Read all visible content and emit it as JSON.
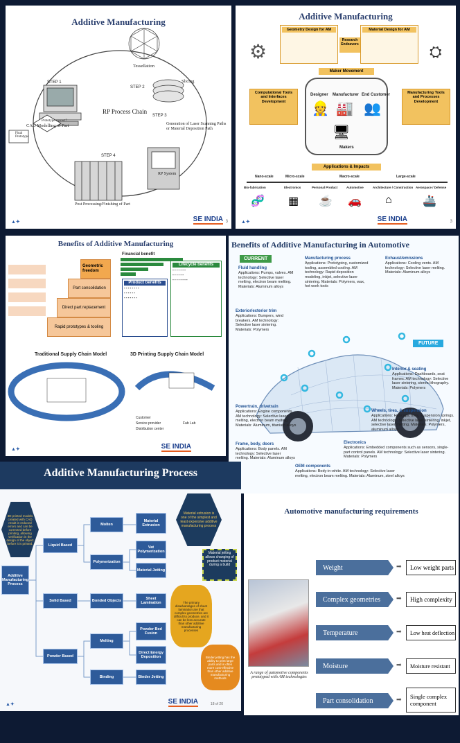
{
  "slide1": {
    "title": "Additive Manufacturing",
    "subtitle": "RP Process Chain",
    "step1": "STEP 1",
    "step1_text": "CAD Modelling of Part",
    "step2": "STEP 2",
    "step2_text": "Tessellation",
    "step3": "STEP 3",
    "step3_text": "Generation of Laser Scanning Paths or Material Deposition Path",
    "step4": "STEP 4",
    "step4_text": "Post Processing/Finishing of Part",
    "slicing": "Slicing",
    "prototype_check": "Prototype correct?",
    "final_prototype": "Final Prototype",
    "rp_system": "RP System",
    "logo_right": "SE INDIA",
    "footer_num": "3"
  },
  "slide2": {
    "title": "Additive Manufacturing",
    "geometry_box": "Geometry Design for AM",
    "material_box": "Material Design for AM",
    "research": "Research Endeavors",
    "maker": "Maker Movement",
    "designer": "Designer",
    "manufacturer": "Manufacturer",
    "end_customer": "End Customer",
    "makers": "Makers",
    "computational": "Computational Tools and Interfaces Development",
    "mfg_tools": "Manufacturing Tools and Processes Development",
    "applications": "Applications & Impacts",
    "scales": [
      "Nano-scale",
      "Micro-scale",
      "Macro-scale",
      "Large-scale"
    ],
    "apps": [
      "Bio-fabrication",
      "Electronics",
      "Personal Product",
      "Automotive",
      "Architecture / Construction",
      "Aerospace / Defense"
    ],
    "logo_right": "SE INDIA",
    "footer_num": "3"
  },
  "slide3": {
    "title": "Benefits of Additive Manufacturing",
    "financial": "Financial benefit",
    "lifecycle": "Lifecycle benefits",
    "product": "Product benefits",
    "stairs": [
      "Rapid prototypes & tooling",
      "Direct part replacement",
      "Part consolidation",
      "Geometric freedom"
    ],
    "trad_title": "Traditional Supply Chain Model",
    "print_title": "3D Printing Supply Chain Model",
    "legend": [
      "Customer",
      "Service provider",
      "Distribution center"
    ],
    "fab_lab": "Fab Lab",
    "logo_right": "SE INDIA"
  },
  "slide4": {
    "title": "Benefits of Additive Manufacturing in Automotive",
    "current": "CURRENT",
    "future": "FUTURE",
    "captions": [
      {
        "h": "Fluid handling",
        "t": "Applications: Pumps, valves. AM technology: Selective laser melting, electron beam melting. Materials: Aluminum alloys"
      },
      {
        "h": "Manufacturing process",
        "t": "Applications: Prototyping, customized tooling, assembled cooling. AM technology: Rapid deposition modeling, inkjet, selective laser sintering. Materials: Polymers, wax, hot work tools"
      },
      {
        "h": "Exhaust/emissions",
        "t": "Applications: Cooling vents. AM technology: Selective laser melting. Materials: Aluminum alloys"
      },
      {
        "h": "Exterior/exterior trim",
        "t": "Applications: Bumpers, wind breakers. AM technology: Selective laser sintering. Materials: Polymers"
      },
      {
        "h": "Interior & seating",
        "t": "Applications: Dashboards, seat frames. AM technology: Selective laser sintering, stereo lithography. Materials: Polymers"
      },
      {
        "h": "Powertrain, drivetrain",
        "t": "Applications: Engine components. AM technology: Selective laser melting, electron beam melting. Materials: Aluminum, titanium alloys"
      },
      {
        "h": "Wheels, tires, & suspension",
        "t": "Applications: Hubcaps, tires, suspension springs. AM technology: Selective laser sintering, inkjet, selective laser melting. Materials: Polymers, aluminum alloys"
      },
      {
        "h": "Frame, body, doors",
        "t": "Applications: Body panels. AM technology: Selective laser melting. Materials: Aluminum alloys"
      },
      {
        "h": "Electronics",
        "t": "Applications: Embedded components such as sensors, single-part control panels. AM technology: Selective laser sintering. Materials: Polymers"
      },
      {
        "h": "OEM components",
        "t": "Applications: Body-in-white. AM technology: Selective laser melting, electron beam melting. Materials: Aluminum, steel alloys"
      }
    ]
  },
  "slide5": {
    "title": "Additive Manufacturing Process",
    "root": "Additive Manufacturing Process",
    "level1": [
      "Liquid Based",
      "Solid Based",
      "Powder Based"
    ],
    "level2": [
      "Molten",
      "Polymerization",
      "Bonded Objects",
      "Melting",
      "Binding"
    ],
    "level3": [
      "Material Extrusion",
      "Vat Polymerization",
      "Material Jetting",
      "Sheet Lamination",
      "Powder Bed Fusion",
      "Direct Energy Deposition",
      "Binder Jetting"
    ],
    "note_left": "3D printed models created with CAD result in reduced errors and can be corrected before printing, allowing verification in the design of the object before it is printed.",
    "note_hex": "Material extrusion is one of the simplest and least expensive additive manufacturing process",
    "note_jet": "Material jetting allows changing of product material during a build",
    "note_sheet": "The primary disadvantages of sheet lamination are that complex geometries are difficult to produce, and it can be less accurate than other additive manufacturing processes",
    "note_binder": "Binder jetting has the ability to print large parts and is often more cost-effective than other additive manufacturing methods",
    "logo_right": "SE INDIA",
    "footer_num": "18 of 20"
  },
  "slide6": {
    "title": "Automotive manufacturing requirements",
    "requirements": [
      "Weight",
      "Complex geometries",
      "Temperature",
      "Moisture",
      "Part consolidation"
    ],
    "outcomes": [
      "Low weight parts",
      "High complexity",
      "Low heat deflection",
      "Moisture resistant",
      "Single complex component"
    ],
    "caption": "A range of automotive components prototyped with AM technologies"
  }
}
